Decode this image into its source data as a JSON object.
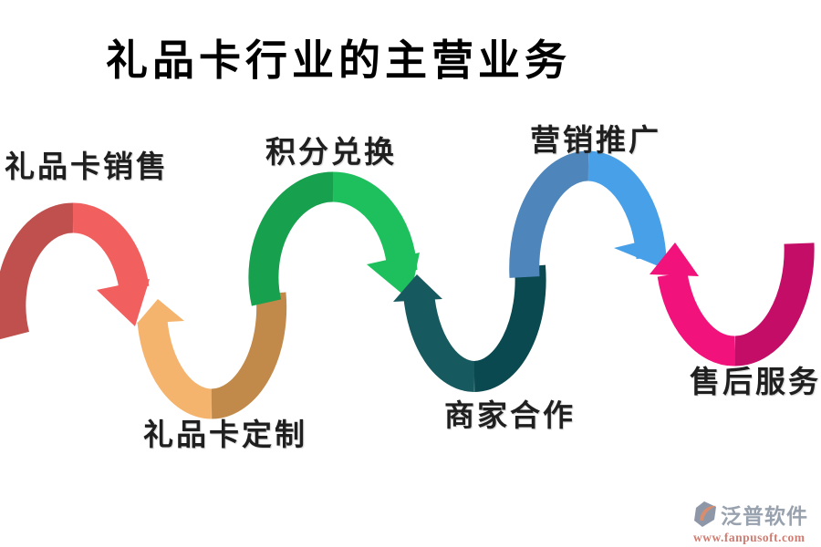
{
  "title": {
    "text": "礼品卡行业的主营业务"
  },
  "palette": {
    "title_color": "#000000",
    "label_color": "#1f1f1f",
    "background": "#ffffff"
  },
  "steps": [
    {
      "label": "礼品卡销售",
      "shape": "top-arch-arrow-down",
      "color_dark": "#c0504d",
      "color_light": "#f15f5f"
    },
    {
      "label": "礼品卡定制",
      "shape": "bottom-arch-arrow-up",
      "color_light": "#f5b46d",
      "color_dark": "#c28a4a"
    },
    {
      "label": "积分兑换",
      "shape": "top-arch-arrow-down",
      "color_dark": "#17a04d",
      "color_light": "#1ec05e"
    },
    {
      "label": "商家合作",
      "shape": "bottom-arch-arrow-up",
      "color_light": "#165a60",
      "color_dark": "#0a4950"
    },
    {
      "label": "营销推广",
      "shape": "top-arch-arrow-down",
      "color_dark": "#4e86bb",
      "color_light": "#47a0e8"
    },
    {
      "label": "售后服务",
      "shape": "bottom-arch-arrow-up",
      "color_light": "#f2127b",
      "color_dark": "#c30d66"
    }
  ],
  "watermark": {
    "brand": "泛普软件",
    "url": "www.fanpusoft.com",
    "brand_color": "#98a1ae",
    "url_color": "#cf7d72",
    "logo_gray": "#8d97a7",
    "logo_orange": "#d88e6e"
  }
}
